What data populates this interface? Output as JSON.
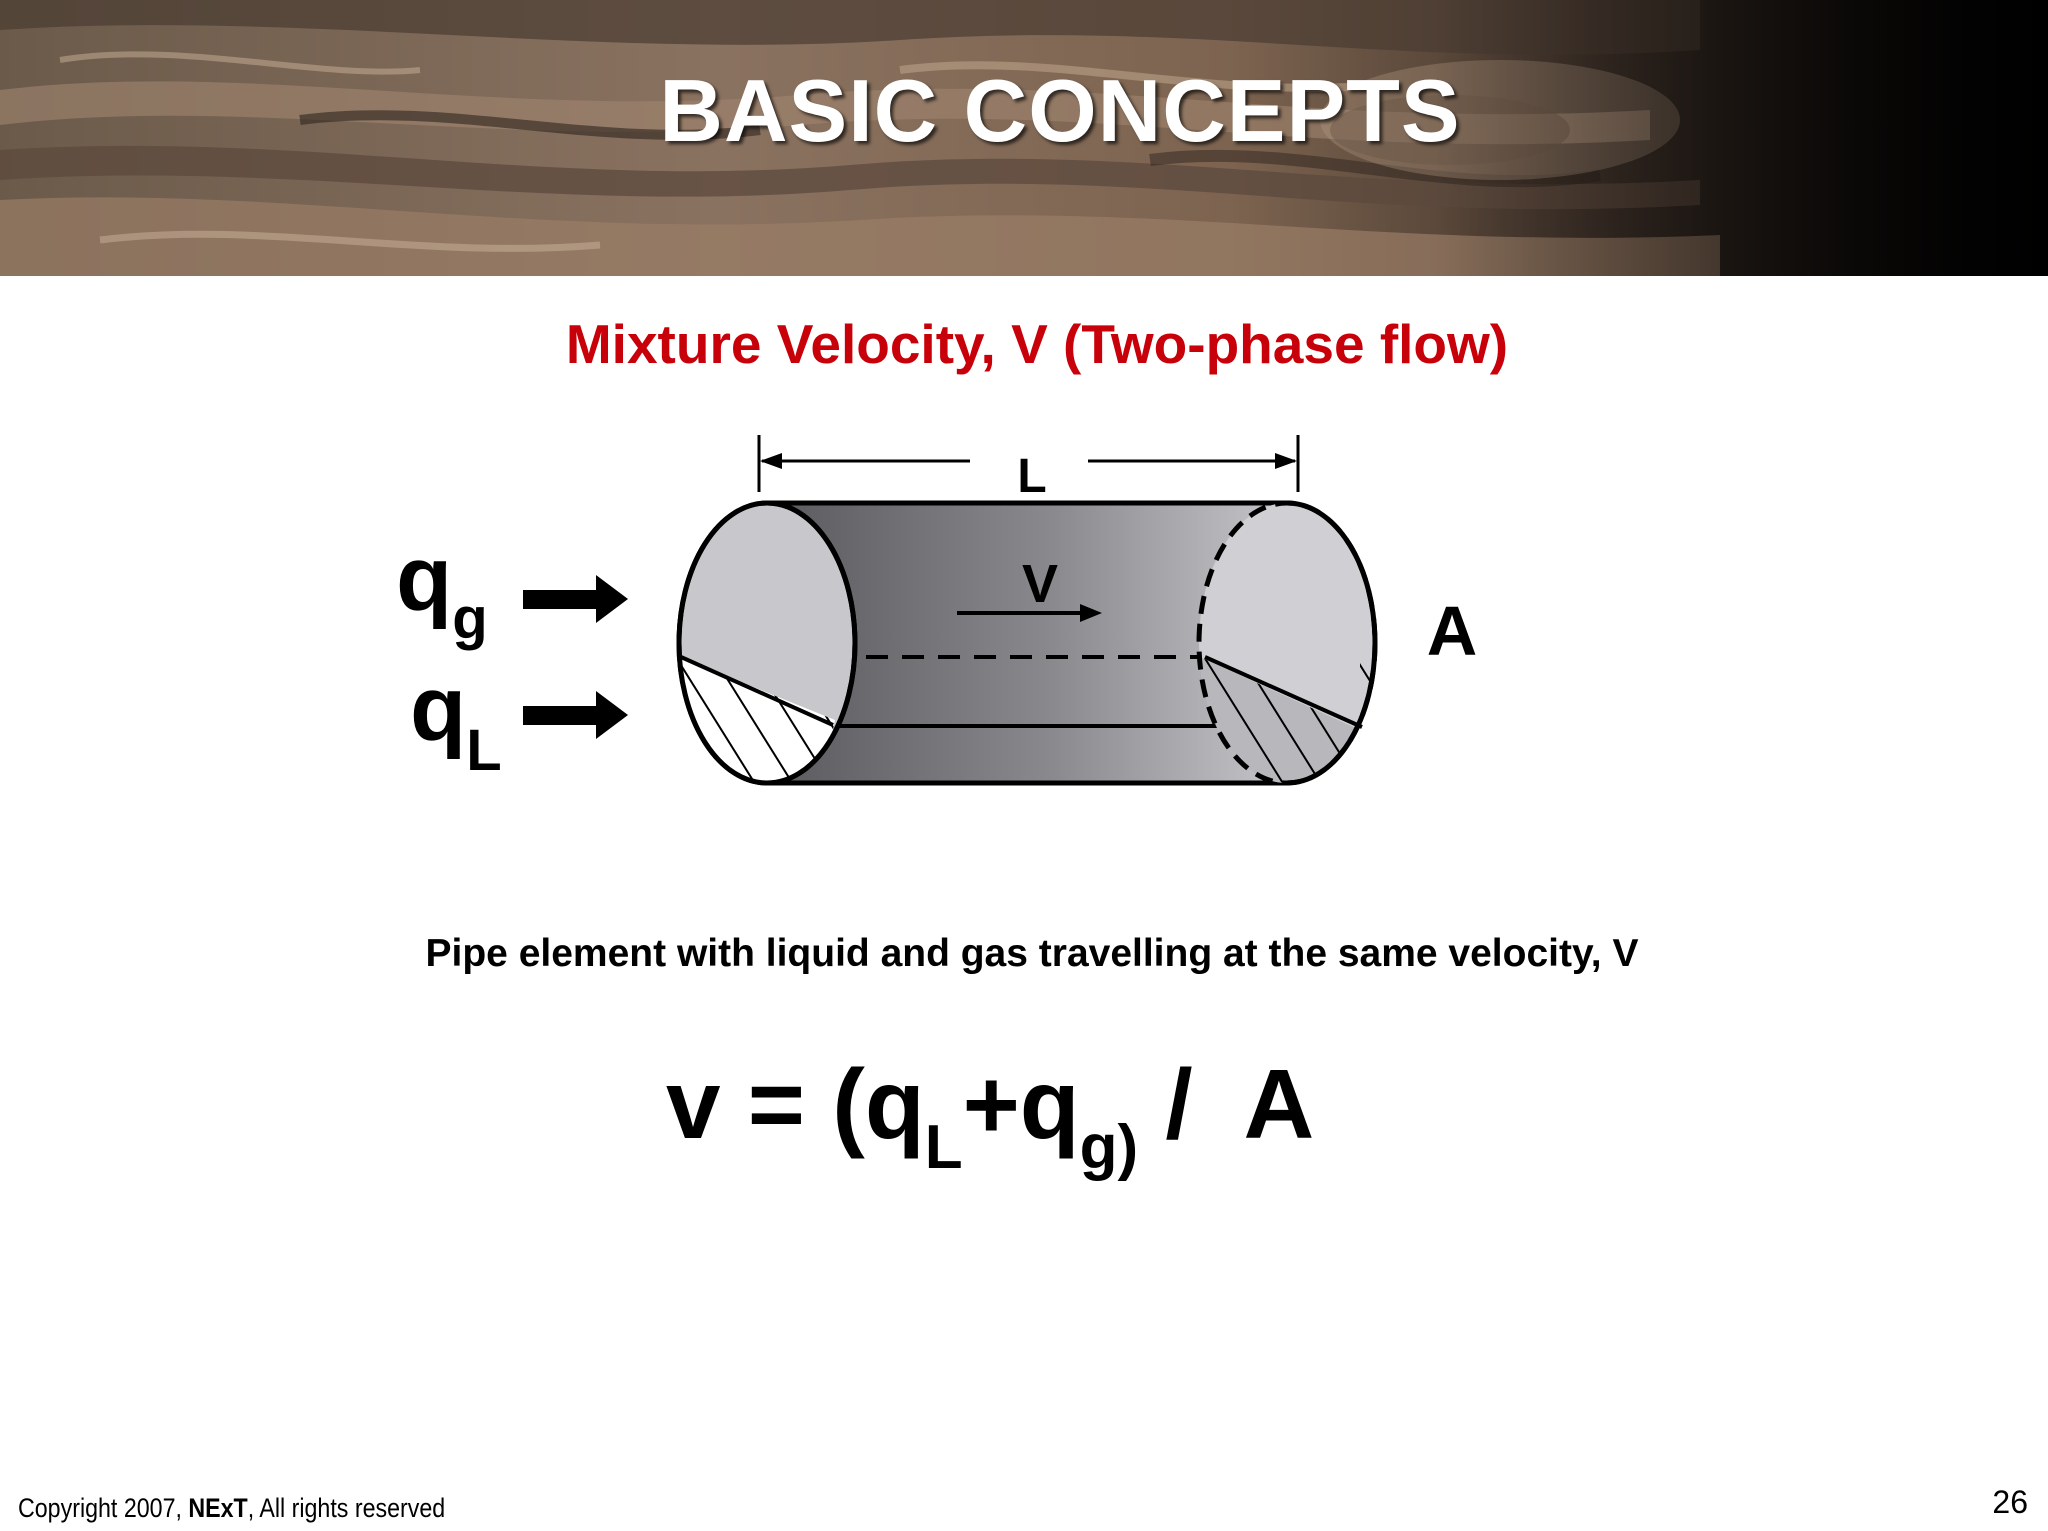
{
  "header": {
    "title": "BASIC CONCEPTS",
    "background": "sandstone-rock-photo"
  },
  "slide": {
    "subtitle": "Mixture Velocity, V (Two-phase flow)",
    "caption": "Pipe element with liquid and gas travelling at the same velocity, V",
    "page_number": "26"
  },
  "diagram": {
    "length_label": "L",
    "velocity_label": "V",
    "area_label": "A",
    "gas_flow": {
      "symbol": "q",
      "subscript": "g"
    },
    "liquid_flow": {
      "symbol": "q",
      "subscript": "L"
    }
  },
  "formula": {
    "lhs": "v = (q",
    "sub1": "L",
    "mid": "+q",
    "sub2": "g)",
    "rhs": " /  A"
  },
  "footer": {
    "copyright_prefix": "Copyright 2007, ",
    "brand": "NExT",
    "copyright_suffix": ", All rights reserved"
  },
  "colors": {
    "subtitle": "#c8000a",
    "title": "#ffffff"
  }
}
